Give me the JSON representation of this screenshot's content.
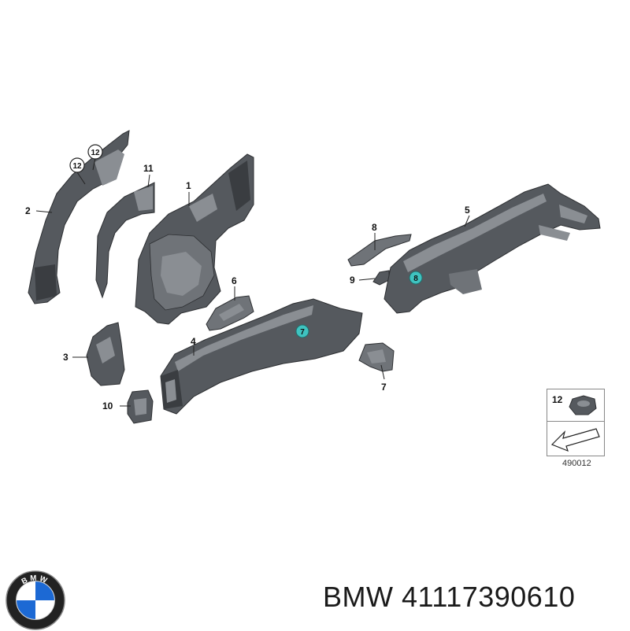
{
  "callouts": {
    "c1": "1",
    "c2": "2",
    "c3": "3",
    "c4": "4",
    "c5": "5",
    "c6": "6",
    "c7": "7",
    "c8": "8",
    "c9": "9",
    "c10": "10",
    "c11": "11",
    "c12a": "12",
    "c12b": "12",
    "c7_circle": "7",
    "c8_circle": "8"
  },
  "legend": {
    "number": "12",
    "image_code": "490012"
  },
  "logo": {
    "text": "BMW",
    "colors": {
      "blue": "#1c69d4",
      "ring": "#222222",
      "white": "#ffffff"
    }
  },
  "caption": "BMW 41117390610",
  "colors": {
    "part_fill": "#55595e",
    "part_dark": "#3a3d41",
    "part_light": "#8a8e93",
    "highlight_circle": "#3fc3c0"
  }
}
